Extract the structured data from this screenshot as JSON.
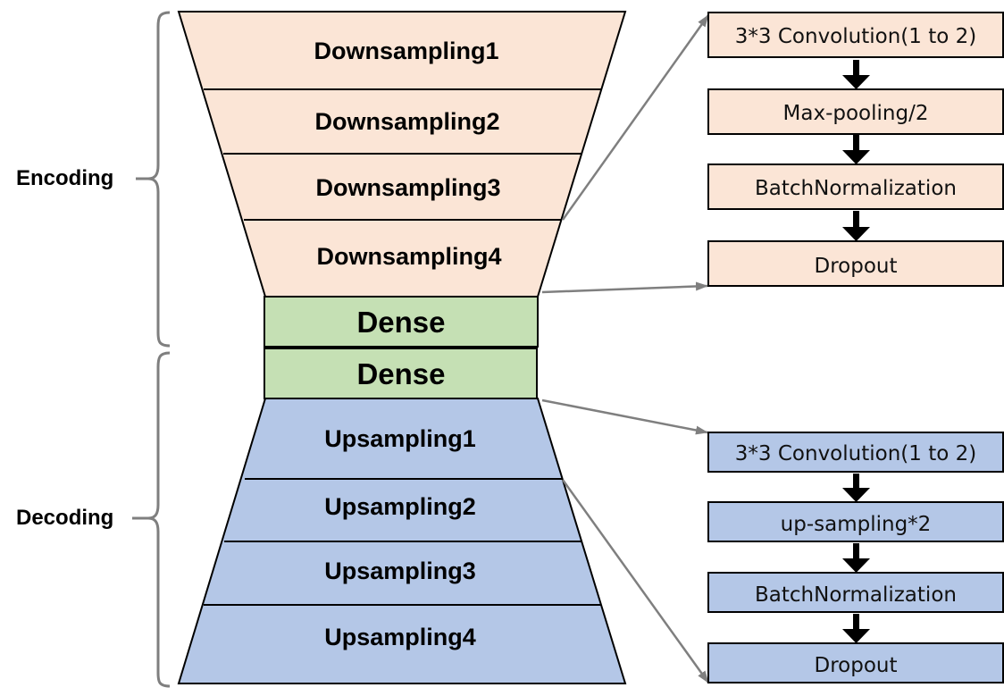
{
  "colors": {
    "encoder_fill": "#fbe5d6",
    "dense_fill": "#c5e0b4",
    "decoder_fill": "#b4c7e7",
    "outline": "#000000",
    "connector": "#7f7f7f",
    "brace": "#7f7f7f",
    "flow_arrow": "#000000"
  },
  "sections": {
    "encoding_label": "Encoding",
    "decoding_label": "Decoding"
  },
  "encoder": {
    "stages": [
      "Downsampling1",
      "Downsampling2",
      "Downsampling3",
      "Downsampling4"
    ],
    "detail_steps": [
      "3*3 Convolution(1 to 2)",
      "Max-pooling/2",
      "BatchNormalization",
      "Dropout"
    ]
  },
  "bottleneck": {
    "layers": [
      "Dense",
      "Dense"
    ]
  },
  "decoder": {
    "stages": [
      "Upsampling1",
      "Upsampling2",
      "Upsampling3",
      "Upsampling4"
    ],
    "detail_steps": [
      "3*3 Convolution(1 to 2)",
      "up-sampling*2",
      "BatchNormalization",
      "Dropout"
    ]
  }
}
